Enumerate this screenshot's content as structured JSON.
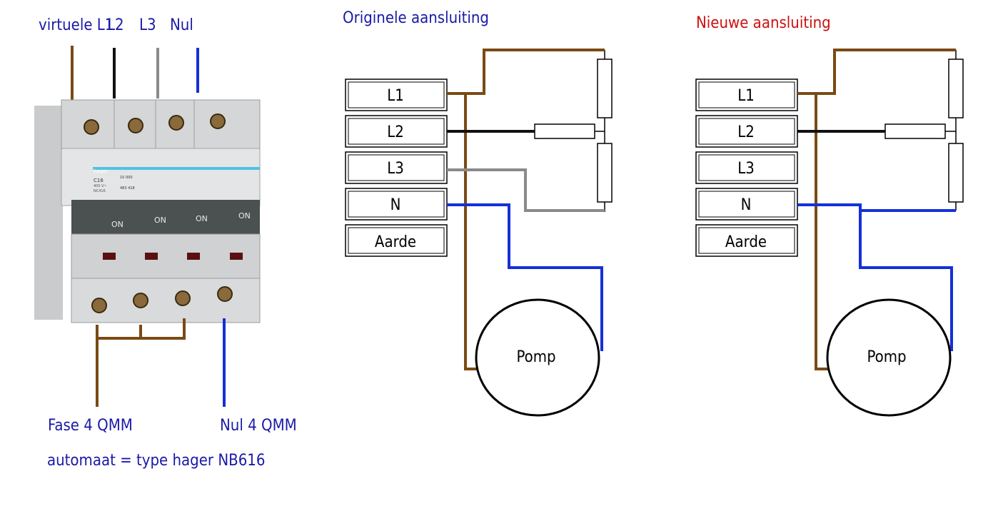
{
  "left_panel": {
    "top_labels": [
      "virtuele L1",
      "L2",
      "L3",
      "Nul"
    ],
    "bottom_labels": {
      "fase": "Fase 4 QMM",
      "nul": "Nul 4 QMM"
    },
    "automaat_note": "automaat = type hager NB616",
    "breaker": {
      "brand": "hager",
      "rating": "C16",
      "voltage": "400 V~",
      "model": "NC416",
      "capacity": "10 000",
      "code": "483 418",
      "switch_labels": [
        "ON",
        "ON",
        "ON",
        "ON"
      ]
    }
  },
  "diagram_original": {
    "title": "Originele aansluiting",
    "terminals": [
      "L1",
      "L2",
      "L3",
      "N",
      "Aarde"
    ],
    "pump_label": "Pomp"
  },
  "diagram_new": {
    "title": "Nieuwe aansluiting",
    "terminals": [
      "L1",
      "L2",
      "L3",
      "N",
      "Aarde"
    ],
    "pump_label": "Pomp"
  },
  "colors": {
    "phase_brown": "#7a4a14",
    "l2_black": "#111111",
    "l3_grey": "#8a8a8a",
    "neutral_blue": "#1530d8",
    "label_blue": "#1a1aa8",
    "label_red": "#cc1111"
  }
}
